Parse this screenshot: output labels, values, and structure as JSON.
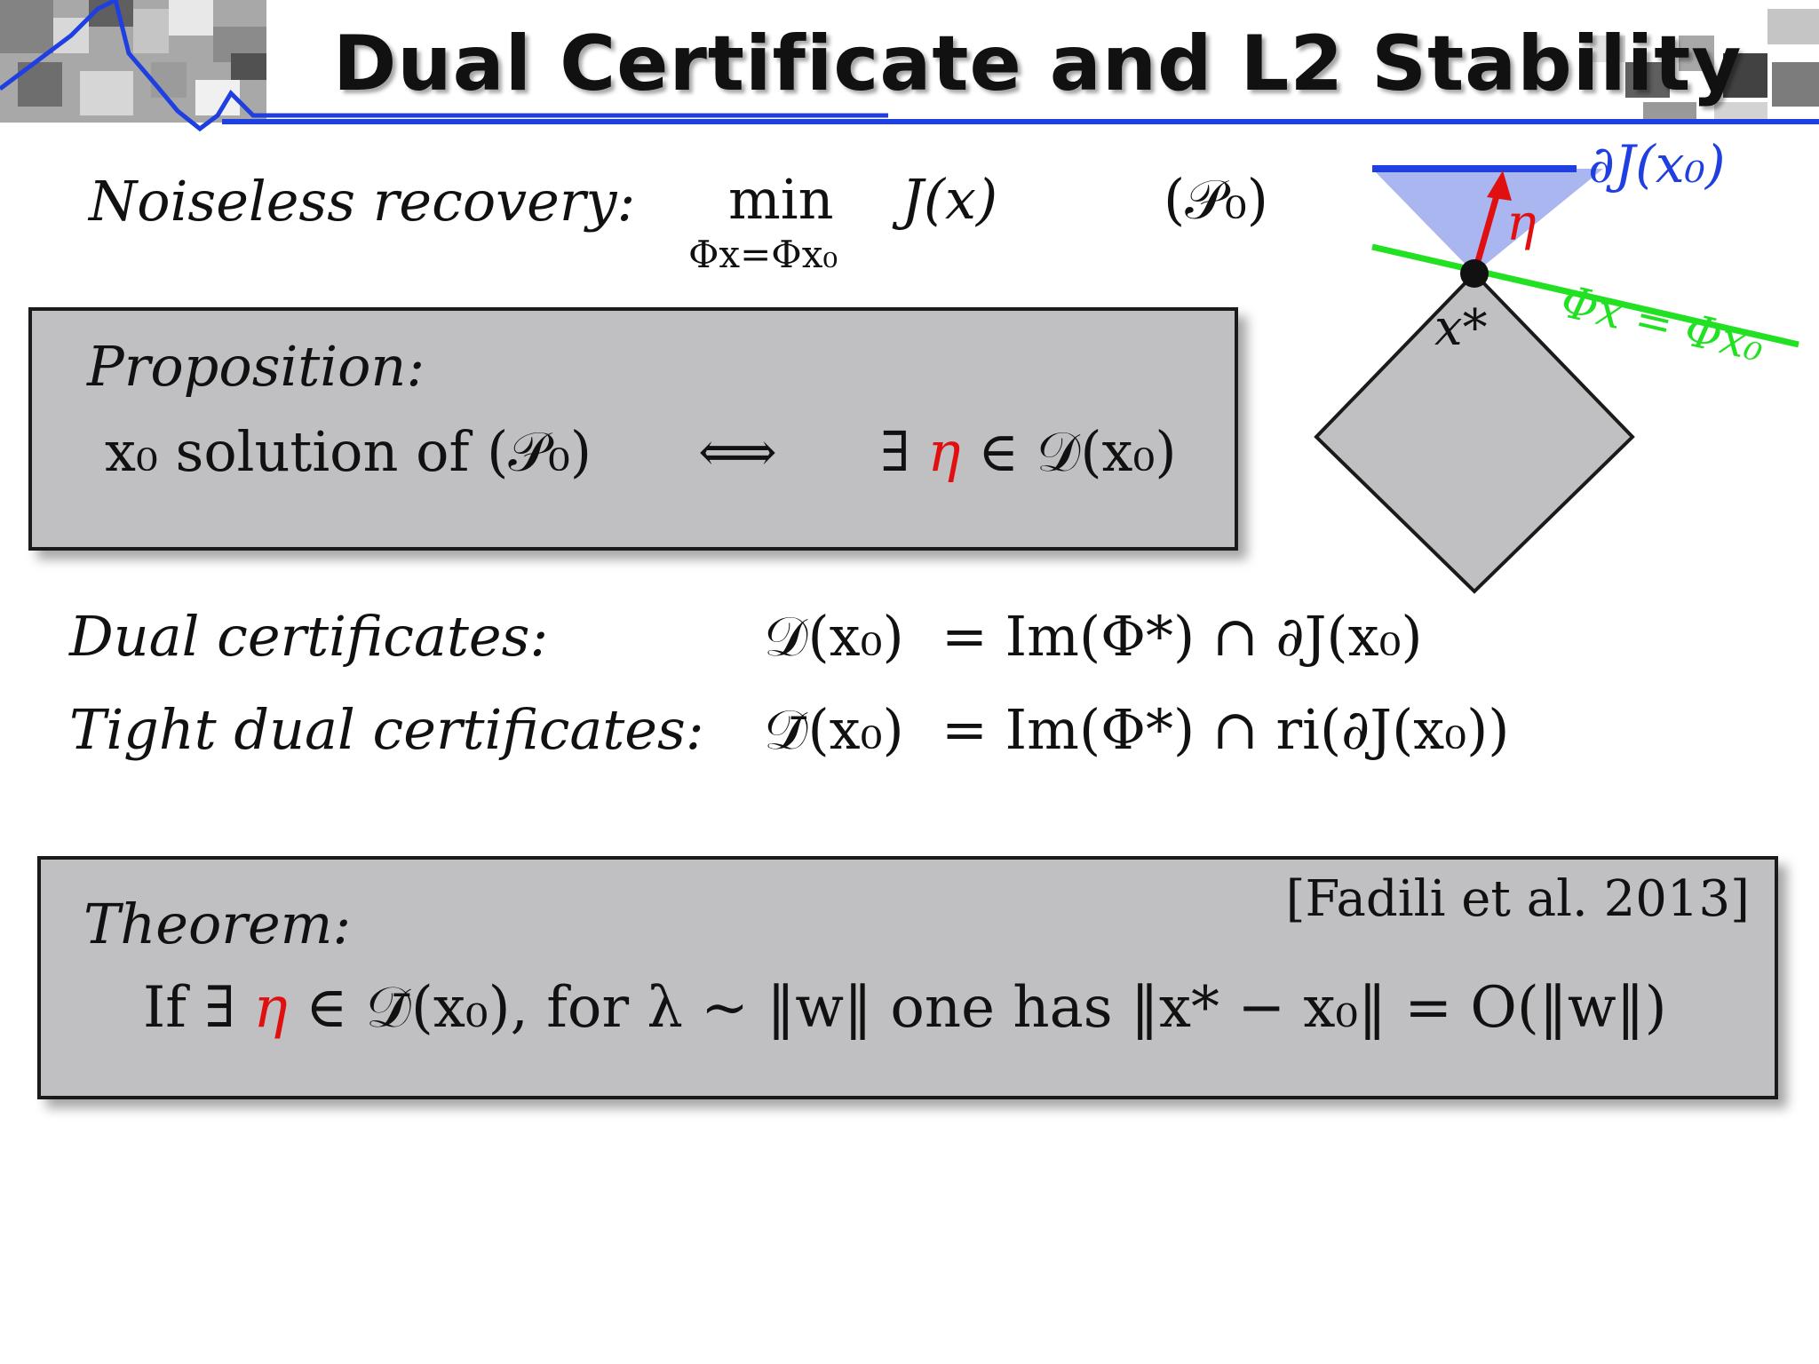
{
  "title": "Dual Certificate and L2 Stability",
  "noiseless": {
    "label": "Noiseless recovery:",
    "min": "min",
    "constraint": "Φx=Φx₀",
    "objective": "J(x)",
    "problem": "(𝒫₀)"
  },
  "proposition": {
    "label": "Proposition:",
    "lhs": "x₀ solution of (𝒫₀)",
    "iff": "⟺",
    "rhs_prefix": "∃",
    "eta": "η",
    "rhs_suffix": "∈ 𝒟(x₀)"
  },
  "dual": {
    "label": "Dual certificates:",
    "lhs": "𝒟(x₀)",
    "rhs": "= Im(Φ*) ∩ ∂J(x₀)"
  },
  "tight": {
    "label": "Tight dual certificates:",
    "lhs": "𝒟̄(x₀)",
    "rhs": "= Im(Φ*) ∩ ri(∂J(x₀))"
  },
  "theorem": {
    "label": "Theorem:",
    "citation": "[Fadili et al. 2013]",
    "prefix": "If ∃",
    "eta": "η",
    "suffix": "∈ 𝒟̄(x₀), for λ ~ ‖w‖ one has ‖x* − x₀‖ = O(‖w‖)"
  },
  "diagram": {
    "subgradient_label": "∂J(x₀)",
    "eta_label": "η",
    "constraint_label": "Φx = Φx₀",
    "point_label": "x*",
    "colors": {
      "subgradient": "#1f3fe0",
      "cone": "#aab6ef",
      "constraint": "#22e022",
      "eta": "#e01010",
      "ball": "#c0bfc1"
    }
  }
}
